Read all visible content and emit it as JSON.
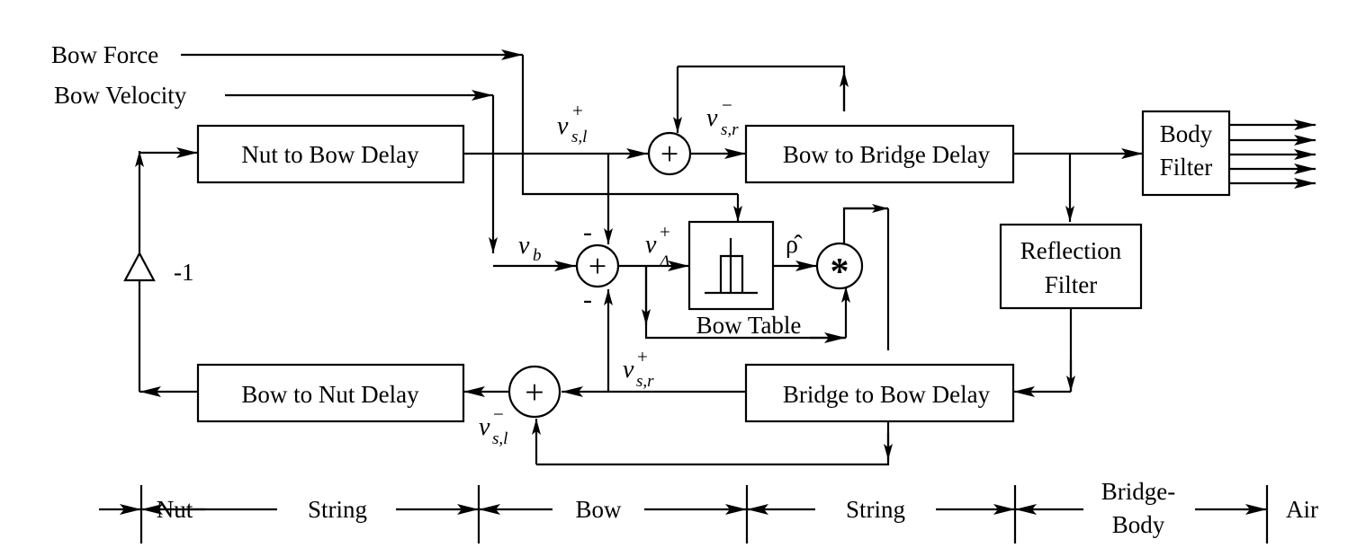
{
  "inputs": {
    "bow_force": "Bow Force",
    "bow_velocity": "Bow Velocity"
  },
  "blocks": {
    "nut_to_bow_delay": "Nut to Bow Delay",
    "bow_to_bridge_delay": "Bow to Bridge Delay",
    "body_filter_line1": "Body",
    "body_filter_line2": "Filter",
    "reflection_filter_line1": "Reflection",
    "reflection_filter_line2": "Filter",
    "bow_table": "Bow Table",
    "bridge_to_bow_delay": "Bridge to Bow Delay",
    "bow_to_nut_delay": "Bow to Nut Delay"
  },
  "gain": "-1",
  "signs": {
    "top": "-",
    "bottom": "-"
  },
  "operators": {
    "sum": "+",
    "multiply": "*"
  },
  "signals": {
    "v_sl_plus": {
      "base": "v",
      "sub": "s,l",
      "sup": "+"
    },
    "v_sr_minus": {
      "base": "v",
      "sub": "s,r",
      "sup": "−"
    },
    "v_b": {
      "base": "v",
      "sub": "b"
    },
    "v_delta_plus": {
      "base": "v",
      "sub": "Δ",
      "sup": "+"
    },
    "rho_hat": "ρ̂",
    "v_sr_plus": {
      "base": "v",
      "sub": "s,r",
      "sup": "+"
    },
    "v_sl_minus": {
      "base": "v",
      "sub": "s,l",
      "sup": "−"
    }
  },
  "regions": {
    "nut": "Nut",
    "string_left": "String",
    "bow": "Bow",
    "string_right": "String",
    "bridge_body_line1": "Bridge-",
    "bridge_body_line2": "Body",
    "air": "Air"
  }
}
